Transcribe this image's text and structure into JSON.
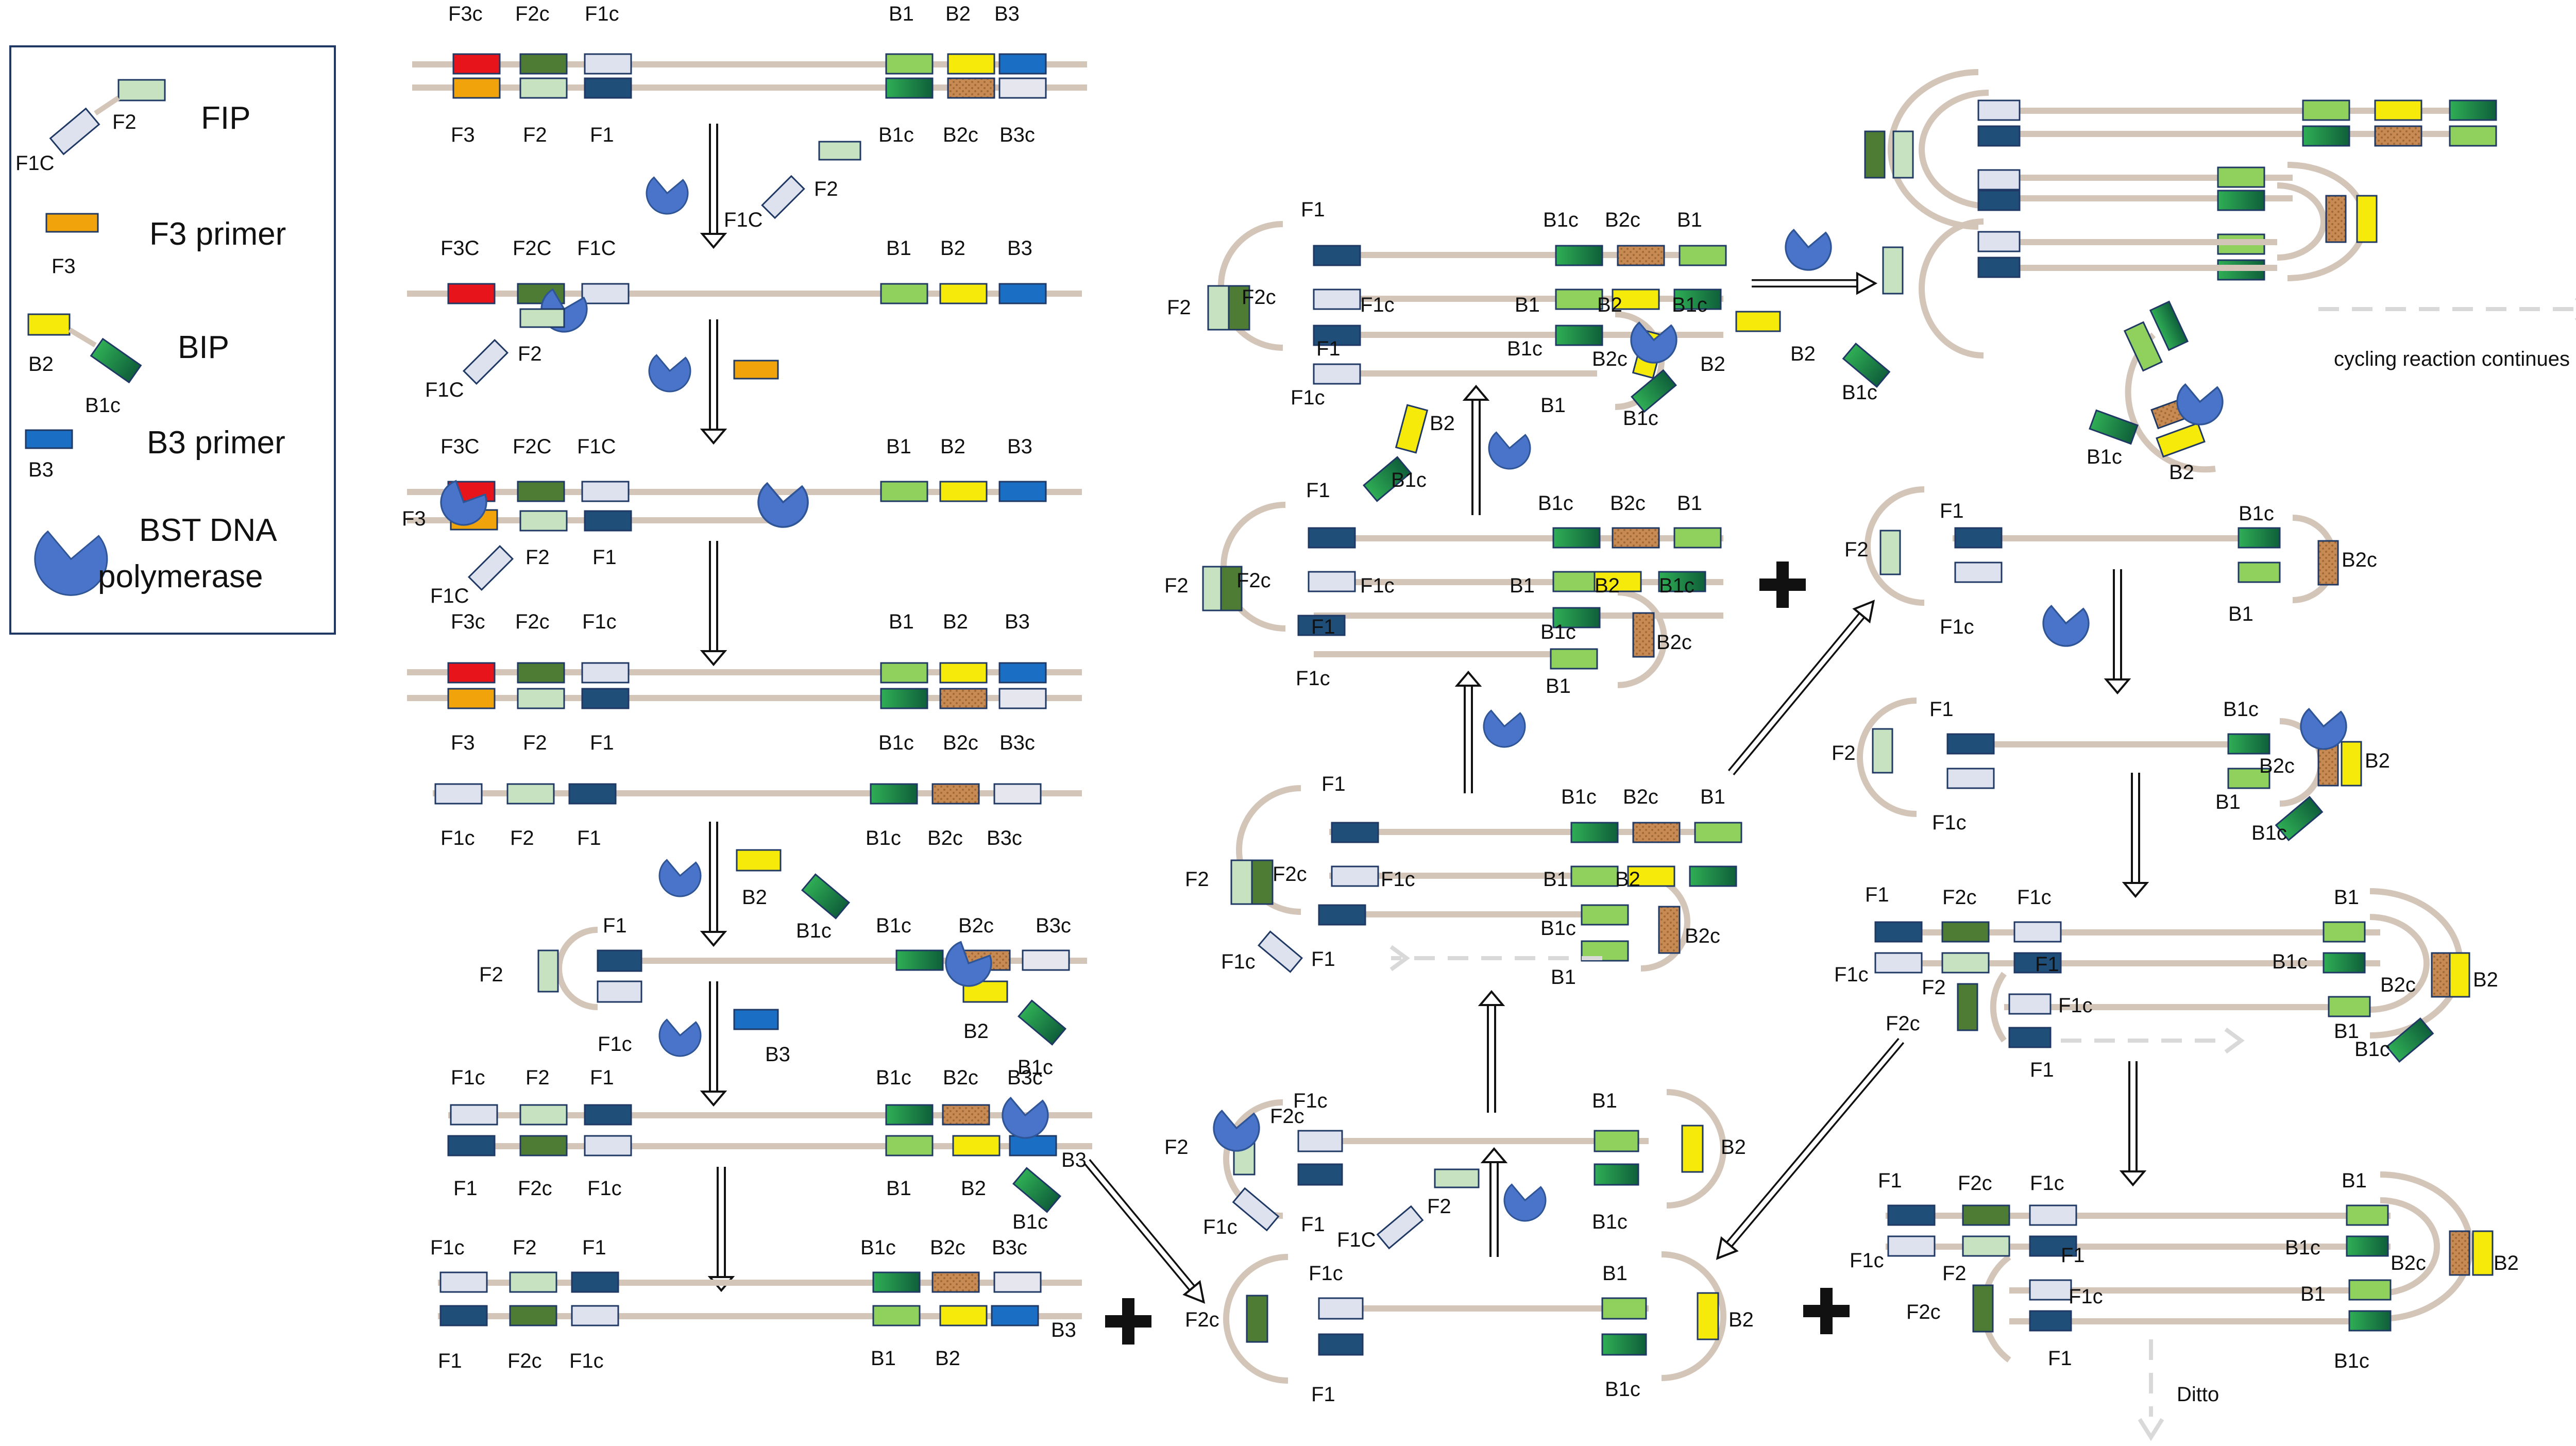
{
  "legend": {
    "fip": "FIP",
    "fip_f2": "F2",
    "fip_f1c": "F1C",
    "f3_primer": "F3 primer",
    "f3_label": "F3",
    "bip": "BIP",
    "bip_b2": "B2",
    "bip_b1c": "B1c",
    "b3_primer": "B3 primer",
    "b3_label": "B3",
    "bst_line1": "BST DNA",
    "bst_line2": "polymerase"
  },
  "annotations": {
    "cycling": "cycling reaction continues",
    "ditto": "Ditto"
  },
  "colors": {
    "F3": "#e8141b",
    "F3c": "#f0a30a",
    "F2c": "#4e7c34",
    "F2": "#c6e2c0",
    "F1": "#1f4e79",
    "F1c": "#dde2ee",
    "B1": "#8fd15c",
    "B1c": "#1e8a4c",
    "B2": "#f5ea0a",
    "B2c": "#c78a52",
    "B3": "#1a6fc4",
    "B3c": "#e6e6ef",
    "strand": "#d4c5b9",
    "polymerase": "#4a74c9"
  },
  "labels": {
    "F3c": "F3c",
    "F2c": "F2c",
    "F1c": "F1c",
    "B1": "B1",
    "B2": "B2",
    "B3": "B3",
    "F3": "F3",
    "F2": "F2",
    "F1": "F1",
    "B1c": "B1c",
    "B2c": "B2c",
    "B3c": "B3c",
    "F3C": "F3C",
    "F2C": "F2C",
    "F1C": "F1C"
  }
}
